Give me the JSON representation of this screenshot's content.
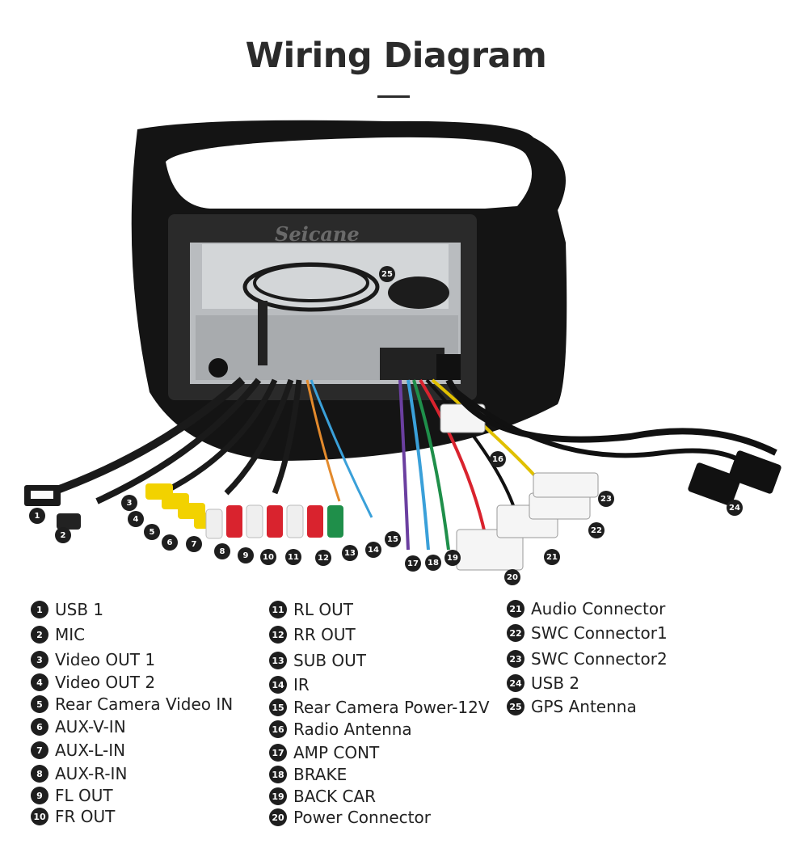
{
  "title": "Wiring Diagram",
  "brand_watermark": "Seicane",
  "colors": {
    "title": "#2b2b2b",
    "badge": "#1e1e1e",
    "rca_yellow": "#f2d200",
    "rca_red": "#d9232e",
    "rca_white": "#efefef",
    "rca_green": "#1f8f4a",
    "frame": "#141414",
    "chassis": "#b9bcbf"
  },
  "legend": {
    "col1": [
      {
        "num": "1",
        "label": "USB 1"
      },
      {
        "num": "2",
        "label": "MIC"
      },
      {
        "num": "3",
        "label": "Video OUT 1"
      },
      {
        "num": "4",
        "label": "Video OUT 2"
      },
      {
        "num": "5",
        "label": "Rear Camera Video IN"
      },
      {
        "num": "6",
        "label": "AUX-V-IN"
      },
      {
        "num": "7",
        "label": "AUX-L-IN"
      },
      {
        "num": "8",
        "label": "AUX-R-IN"
      },
      {
        "num": "9",
        "label": "FL OUT"
      },
      {
        "num": "10",
        "label": "FR OUT"
      }
    ],
    "col2": [
      {
        "num": "11",
        "label": "RL OUT"
      },
      {
        "num": "12",
        "label": "RR OUT"
      },
      {
        "num": "13",
        "label": "SUB OUT"
      },
      {
        "num": "14",
        "label": "IR"
      },
      {
        "num": "15",
        "label": "Rear Camera Power-12V"
      },
      {
        "num": "16",
        "label": "Radio Antenna"
      },
      {
        "num": "17",
        "label": "AMP CONT"
      },
      {
        "num": "18",
        "label": "BRAKE"
      },
      {
        "num": "19",
        "label": "BACK CAR"
      },
      {
        "num": "20",
        "label": "Power Connector"
      }
    ],
    "col3": [
      {
        "num": "21",
        "label": "Audio Connector"
      },
      {
        "num": "22",
        "label": "SWC Connector1"
      },
      {
        "num": "23",
        "label": "SWC Connector2"
      },
      {
        "num": "24",
        "label": "USB 2"
      },
      {
        "num": "25",
        "label": "GPS Antenna"
      }
    ]
  },
  "callouts": [
    "1",
    "2",
    "3",
    "4",
    "5",
    "6",
    "7",
    "8",
    "9",
    "10",
    "11",
    "12",
    "13",
    "14",
    "15",
    "16",
    "17",
    "18",
    "19",
    "20",
    "21",
    "22",
    "23",
    "24",
    "25"
  ]
}
